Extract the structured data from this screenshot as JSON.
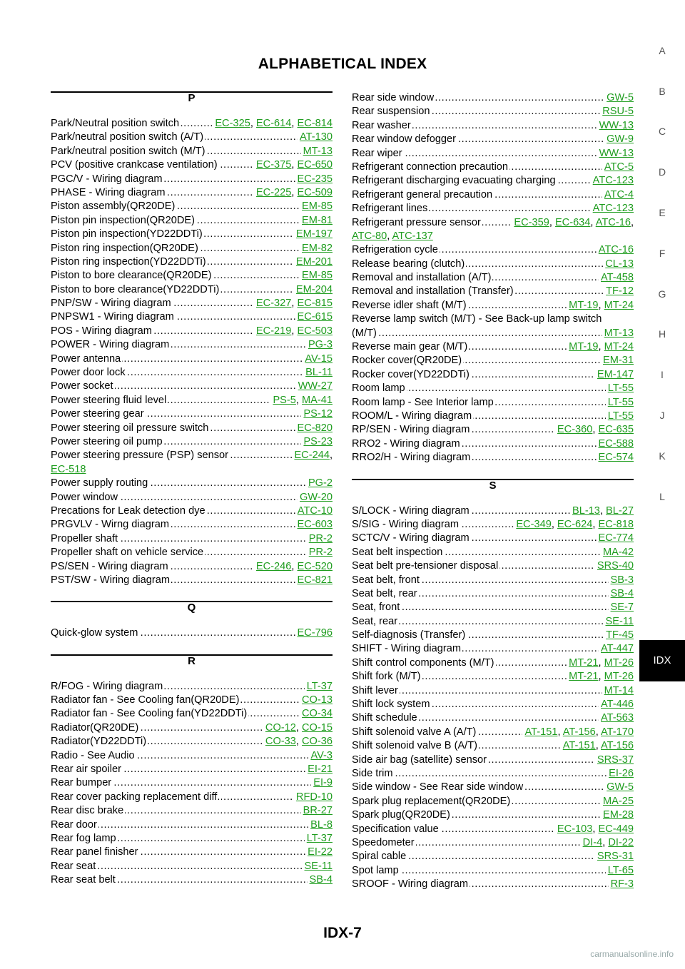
{
  "page": {
    "title": "ALPHABETICAL INDEX",
    "page_number": "IDX-7",
    "watermark": "carmanualsonline.info"
  },
  "sidebar": {
    "tabs": [
      "A",
      "B",
      "C",
      "D",
      "E",
      "F",
      "G",
      "H",
      "I",
      "J",
      "K",
      "L"
    ],
    "active_tab": "IDX"
  },
  "columns": {
    "left": [
      {
        "letter": "P",
        "entries": [
          {
            "name": "Park/Neutral position switch",
            "refs": [
              "EC-325",
              "EC-614",
              "EC-814"
            ]
          },
          {
            "name": "Park/neutral position switch (A/T)",
            "refs": [
              "AT-130"
            ]
          },
          {
            "name": "Park/neutral position switch (M/T)",
            "refs": [
              "MT-13"
            ]
          },
          {
            "name": "PCV (positive crankcase ventilation)",
            "refs": [
              "EC-375",
              "EC-650"
            ]
          },
          {
            "name": "PGC/V - Wiring diagram",
            "refs": [
              "EC-235"
            ]
          },
          {
            "name": "PHASE - Wiring diagram",
            "refs": [
              "EC-225",
              "EC-509"
            ]
          },
          {
            "name": "Piston assembly(QR20DE)",
            "refs": [
              "EM-85"
            ]
          },
          {
            "name": "Piston pin inspection(QR20DE)",
            "refs": [
              "EM-81"
            ]
          },
          {
            "name": "Piston pin inspection(YD22DDTi)",
            "refs": [
              "EM-197"
            ]
          },
          {
            "name": "Piston ring inspection(QR20DE)",
            "refs": [
              "EM-82"
            ]
          },
          {
            "name": "Piston ring inspection(YD22DDTi)",
            "refs": [
              "EM-201"
            ]
          },
          {
            "name": "Piston to bore clearance(QR20DE)",
            "refs": [
              "EM-85"
            ]
          },
          {
            "name": "Piston to bore clearance(YD22DDTi)",
            "refs": [
              "EM-204"
            ]
          },
          {
            "name": "PNP/SW - Wiring diagram",
            "refs": [
              "EC-327",
              "EC-815"
            ]
          },
          {
            "name": "PNPSW1 - Wiring diagram",
            "refs": [
              "EC-615"
            ]
          },
          {
            "name": "POS - Wiring diagram",
            "refs": [
              "EC-219",
              "EC-503"
            ]
          },
          {
            "name": "POWER - Wiring diagram",
            "refs": [
              "PG-3"
            ]
          },
          {
            "name": "Power antenna",
            "refs": [
              "AV-15"
            ]
          },
          {
            "name": "Power door lock",
            "refs": [
              "BL-11"
            ]
          },
          {
            "name": "Power socket",
            "refs": [
              "WW-27"
            ]
          },
          {
            "name": "Power steering fluid level",
            "refs": [
              "PS-5",
              "MA-41"
            ]
          },
          {
            "name": "Power steering gear",
            "refs": [
              "PS-12"
            ]
          },
          {
            "name": "Power steering oil pressure switch",
            "refs": [
              "EC-820"
            ]
          },
          {
            "name": "Power steering oil pump",
            "refs": [
              "PS-23"
            ]
          },
          {
            "name": "Power steering pressure (PSP) sensor",
            "refs": [
              "EC-244"
            ],
            "cont": [
              "EC-518"
            ]
          },
          {
            "name": "Power supply routing",
            "refs": [
              "PG-2"
            ]
          },
          {
            "name": "Power window",
            "refs": [
              "GW-20"
            ]
          },
          {
            "name": "Precations for Leak detection dye",
            "refs": [
              "ATC-10"
            ]
          },
          {
            "name": "PRGVLV - Wirng diagram",
            "refs": [
              "EC-603"
            ]
          },
          {
            "name": "Propeller shaft",
            "refs": [
              "PR-2"
            ]
          },
          {
            "name": "Propeller shaft on vehicle service",
            "refs": [
              "PR-2"
            ]
          },
          {
            "name": "PS/SEN - Wiring diagram",
            "refs": [
              "EC-246",
              "EC-520"
            ]
          },
          {
            "name": "PST/SW - Wiring diagram",
            "refs": [
              "EC-821"
            ]
          }
        ]
      },
      {
        "letter": "Q",
        "entries": [
          {
            "name": "Quick-glow system",
            "refs": [
              "EC-796"
            ]
          }
        ]
      },
      {
        "letter": "R",
        "entries": [
          {
            "name": "R/FOG - Wiring diagram",
            "refs": [
              "LT-37"
            ]
          },
          {
            "name": "Radiator fan - See Cooling fan(QR20DE)",
            "refs": [
              "CO-13"
            ]
          },
          {
            "name": "Radiator fan - See Cooling fan(YD22DDTi)",
            "refs": [
              "CO-34"
            ]
          },
          {
            "name": "Radiator(QR20DE)",
            "refs": [
              "CO-12",
              "CO-15"
            ]
          },
          {
            "name": "Radiator(YD22DDTi)",
            "refs": [
              "CO-33",
              "CO-36"
            ]
          },
          {
            "name": "Radio - See Audio",
            "refs": [
              "AV-3"
            ]
          },
          {
            "name": "Rear air spoiler",
            "refs": [
              "EI-21"
            ]
          },
          {
            "name": "Rear bumper",
            "refs": [
              "EI-9"
            ]
          },
          {
            "name": "Rear cover packing replacement diff.",
            "refs": [
              "RFD-10"
            ]
          },
          {
            "name": "Rear disc brake",
            "refs": [
              "BR-27"
            ]
          },
          {
            "name": "Rear door",
            "refs": [
              "BL-8"
            ]
          },
          {
            "name": "Rear fog lamp",
            "refs": [
              "LT-37"
            ]
          },
          {
            "name": "Rear panel finisher",
            "refs": [
              "EI-22"
            ]
          },
          {
            "name": "Rear seat",
            "refs": [
              "SE-11"
            ]
          },
          {
            "name": "Rear seat belt",
            "refs": [
              "SB-4"
            ]
          }
        ]
      }
    ],
    "right": [
      {
        "letter": "",
        "entries": [
          {
            "name": "Rear side window",
            "refs": [
              "GW-5"
            ]
          },
          {
            "name": "Rear suspension",
            "refs": [
              "RSU-5"
            ]
          },
          {
            "name": "Rear washer",
            "refs": [
              "WW-13"
            ]
          },
          {
            "name": "Rear window defogger",
            "refs": [
              "GW-9"
            ]
          },
          {
            "name": "Rear wiper",
            "refs": [
              "WW-13"
            ]
          },
          {
            "name": "Refrigerant connection precaution",
            "refs": [
              "ATC-5"
            ]
          },
          {
            "name": "Refrigerant discharging evacuating charging",
            "refs": [
              "ATC-123"
            ]
          },
          {
            "name": "Refrigerant general precaution",
            "refs": [
              "ATC-4"
            ]
          },
          {
            "name": "Refrigerant lines",
            "refs": [
              "ATC-123"
            ]
          },
          {
            "name": "Refrigerant pressure sensor",
            "refs": [
              "EC-359",
              "EC-634",
              "ATC-16"
            ],
            "cont": [
              "ATC-80",
              "ATC-137"
            ]
          },
          {
            "name": "Refrigeration cycle",
            "refs": [
              "ATC-16"
            ]
          },
          {
            "name": "Release bearing (clutch)",
            "refs": [
              "CL-13"
            ]
          },
          {
            "name": "Removal and installation (A/T)",
            "refs": [
              "AT-458"
            ]
          },
          {
            "name": "Removal and installation (Transfer)",
            "refs": [
              "TF-12"
            ]
          },
          {
            "name": "Reverse idler shaft (M/T)",
            "refs": [
              "MT-19",
              "MT-24"
            ]
          },
          {
            "name": "Reverse lamp switch (M/T) - See Back-up lamp switch",
            "refs": []
          },
          {
            "name": "(M/T)",
            "refs": [
              "MT-13"
            ]
          },
          {
            "name": "Reverse main gear (M/T)",
            "refs": [
              "MT-19",
              "MT-24"
            ]
          },
          {
            "name": "Rocker cover(QR20DE)",
            "refs": [
              "EM-31"
            ]
          },
          {
            "name": "Rocker cover(YD22DDTi)",
            "refs": [
              "EM-147"
            ]
          },
          {
            "name": "Room lamp",
            "refs": [
              "LT-55"
            ]
          },
          {
            "name": "Room lamp - See Interior lamp",
            "refs": [
              "LT-55"
            ]
          },
          {
            "name": "ROOM/L - Wiring diagram",
            "refs": [
              "LT-55"
            ]
          },
          {
            "name": "RP/SEN - Wiring diagram",
            "refs": [
              "EC-360",
              "EC-635"
            ]
          },
          {
            "name": "RRO2 - Wiring diagram",
            "refs": [
              "EC-588"
            ]
          },
          {
            "name": "RRO2/H - Wiring diagram",
            "refs": [
              "EC-574"
            ]
          }
        ]
      },
      {
        "letter": "S",
        "entries": [
          {
            "name": "S/LOCK - Wiring diagram",
            "refs": [
              "BL-13",
              "BL-27"
            ]
          },
          {
            "name": "S/SIG - Wiring diagram",
            "refs": [
              "EC-349",
              "EC-624",
              "EC-818"
            ]
          },
          {
            "name": "SCTC/V - Wiring diagram",
            "refs": [
              "EC-774"
            ]
          },
          {
            "name": "Seat belt inspection",
            "refs": [
              "MA-42"
            ]
          },
          {
            "name": "Seat belt pre-tensioner disposal",
            "refs": [
              "SRS-40"
            ]
          },
          {
            "name": "Seat belt, front",
            "refs": [
              "SB-3"
            ]
          },
          {
            "name": "Seat belt, rear",
            "refs": [
              "SB-4"
            ]
          },
          {
            "name": "Seat, front",
            "refs": [
              "SE-7"
            ]
          },
          {
            "name": "Seat, rear",
            "refs": [
              "SE-11"
            ]
          },
          {
            "name": "Self-diagnosis (Transfer)",
            "refs": [
              "TF-45"
            ]
          },
          {
            "name": "SHIFT - Wiring diagram",
            "refs": [
              "AT-447"
            ]
          },
          {
            "name": "Shift control components (M/T)",
            "refs": [
              "MT-21",
              "MT-26"
            ]
          },
          {
            "name": "Shift fork (M/T)",
            "refs": [
              "MT-21",
              "MT-26"
            ]
          },
          {
            "name": "Shift lever",
            "refs": [
              "MT-14"
            ]
          },
          {
            "name": "Shift lock system",
            "refs": [
              "AT-446"
            ]
          },
          {
            "name": "Shift schedule",
            "refs": [
              "AT-563"
            ]
          },
          {
            "name": "Shift solenoid valve A (A/T)",
            "refs": [
              "AT-151",
              "AT-156",
              "AT-170"
            ]
          },
          {
            "name": "Shift solenoid valve B (A/T)",
            "refs": [
              "AT-151",
              "AT-156"
            ]
          },
          {
            "name": "Side air bag (satellite) sensor",
            "refs": [
              "SRS-37"
            ]
          },
          {
            "name": "Side trim",
            "refs": [
              "EI-26"
            ]
          },
          {
            "name": "Side window - See Rear side window",
            "refs": [
              "GW-5"
            ]
          },
          {
            "name": "Spark plug replacement(QR20DE)",
            "refs": [
              "MA-25"
            ]
          },
          {
            "name": "Spark plug(QR20DE)",
            "refs": [
              "EM-28"
            ]
          },
          {
            "name": "Specification value",
            "refs": [
              "EC-103",
              "EC-449"
            ]
          },
          {
            "name": "Speedometer",
            "refs": [
              "DI-4",
              "DI-22"
            ]
          },
          {
            "name": "Spiral cable",
            "refs": [
              "SRS-31"
            ]
          },
          {
            "name": "Spot lamp",
            "refs": [
              "LT-65"
            ]
          },
          {
            "name": "SROOF - Wiring diagram",
            "refs": [
              "RF-3"
            ]
          }
        ]
      }
    ]
  }
}
